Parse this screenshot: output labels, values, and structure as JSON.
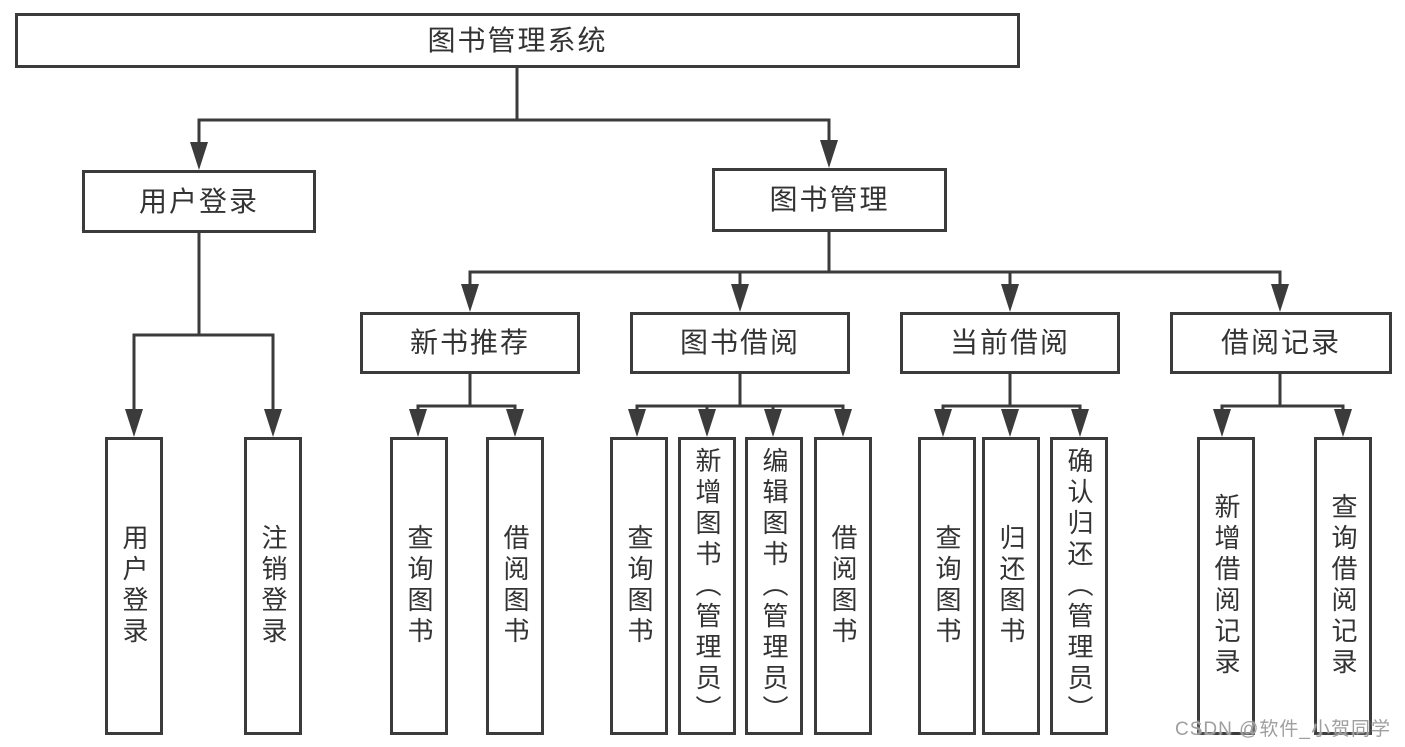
{
  "tree": {
    "label": "图书管理系统",
    "children": [
      {
        "label": "用户登录",
        "children": [
          {
            "label": "用户登录"
          },
          {
            "label": "注销登录"
          }
        ]
      },
      {
        "label": "图书管理",
        "children": [
          {
            "label": "新书推荐",
            "children": [
              {
                "label": "查询图书"
              },
              {
                "label": "借阅图书"
              }
            ]
          },
          {
            "label": "图书借阅",
            "children": [
              {
                "label": "查询图书"
              },
              {
                "label": "新增图书（管理员）"
              },
              {
                "label": "编辑图书（管理员）"
              },
              {
                "label": "借阅图书"
              }
            ]
          },
          {
            "label": "当前借阅",
            "children": [
              {
                "label": "查询图书"
              },
              {
                "label": "归还图书"
              },
              {
                "label": "确认归还（管理员）"
              }
            ]
          },
          {
            "label": "借阅记录",
            "children": [
              {
                "label": "新增借阅记录"
              },
              {
                "label": "查询借阅记录"
              }
            ]
          }
        ]
      }
    ]
  },
  "watermark": {
    "text": "CSDN @软件_小贺同学"
  },
  "colors": {
    "line": "#3b3b3b",
    "text": "#333333",
    "watermark": "#9f9f9f",
    "background": "#ffffff"
  }
}
